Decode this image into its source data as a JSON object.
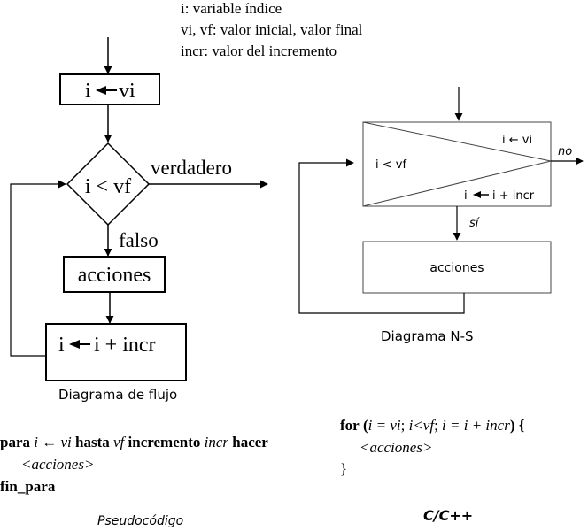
{
  "legend": {
    "line1": "i: variable índice",
    "line2": "vi, vf: valor inicial, valor final",
    "line3": "incr: valor del incremento"
  },
  "flowchart": {
    "init": "i ← vi",
    "init_var": "i",
    "init_value": "vi",
    "condition": "i < vf",
    "true_label": "verdadero",
    "false_label": "falso",
    "body": "acciones",
    "increment": "i ← i + incr",
    "increment_var": "i",
    "increment_expr": "i + incr",
    "caption": "Diagrama de flujo"
  },
  "ns": {
    "init": "i ← vi",
    "condition": "i < vf",
    "increment": "i ← i + incr",
    "increment_var": "i",
    "increment_expr": "i + incr",
    "no_label": "no",
    "yes_label": "sí",
    "body": "acciones",
    "caption": "Diagrama N-S"
  },
  "pseudocode": {
    "kw_para": "para",
    "var": "i",
    "arrow": " ← ",
    "start": "vi",
    "kw_hasta": "hasta",
    "end": "vf",
    "kw_incremento": "incremento",
    "step": "incr",
    "kw_hacer": "hacer",
    "body": "<acciones>",
    "kw_end": "fin_para",
    "caption": "Pseudocódigo"
  },
  "c_code": {
    "kw_for": "for",
    "open": "(",
    "init": "i = vi",
    "cond": "i<vf",
    "step": "i = i + incr",
    "close_brace": ") {",
    "body": "<acciones>",
    "end": "}",
    "caption": "C/C++"
  }
}
